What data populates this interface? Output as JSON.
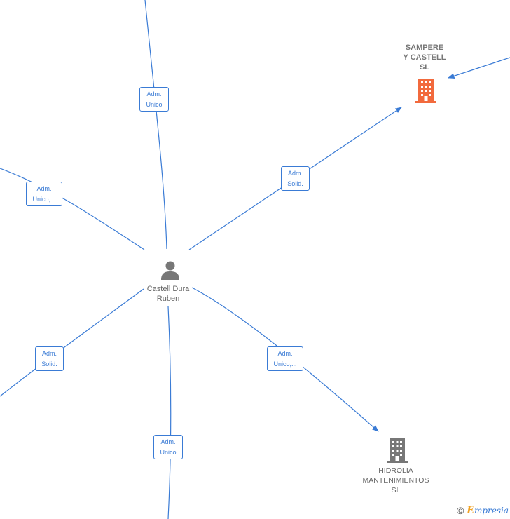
{
  "nodes": {
    "person": {
      "name_line1": "Castell Dura",
      "name_line2": "Ruben"
    },
    "sampere": {
      "name_line1": "SAMPERE",
      "name_line2": "Y CASTELL",
      "name_line3": "SL",
      "color": "#f26a3d"
    },
    "hidrolia": {
      "name_line1": "HIDROLIA",
      "name_line2": "MANTENIMIENTOS",
      "name_line3": "SL",
      "color": "#777777"
    }
  },
  "edges": {
    "top": {
      "line1": "Adm.",
      "line2": "Unico"
    },
    "upper_left": {
      "line1": "Adm.",
      "line2": "Unico,..."
    },
    "sampere": {
      "line1": "Adm.",
      "line2": "Solid."
    },
    "lower_left": {
      "line1": "Adm.",
      "line2": "Solid."
    },
    "hidrolia": {
      "line1": "Adm.",
      "line2": "Unico,..."
    },
    "bottom": {
      "line1": "Adm.",
      "line2": "Unico"
    }
  },
  "footer": {
    "copyright": "©",
    "brand_initial": "E",
    "brand_rest": "mpresia"
  },
  "colors": {
    "edge": "#3a7bd5",
    "person_icon": "#777777"
  }
}
